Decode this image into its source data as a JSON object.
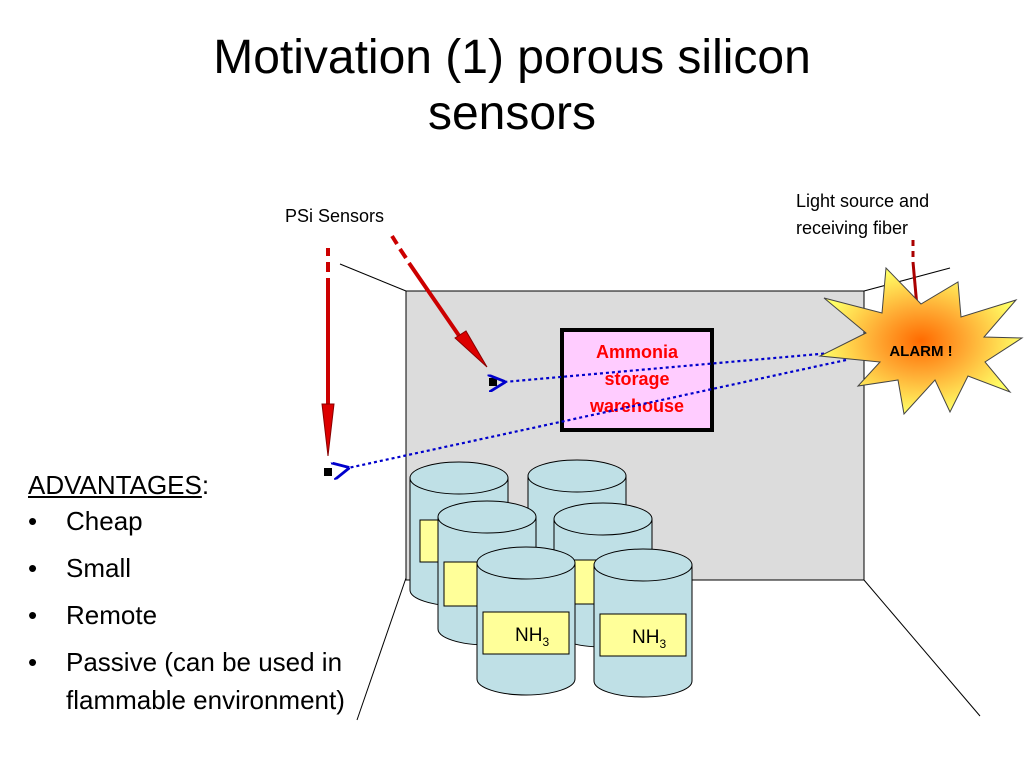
{
  "title": {
    "line1": "Motivation (1) porous silicon",
    "line2": "sensors"
  },
  "diagram": {
    "sensors_label": "PSi Sensors",
    "light_label_line1": "Light source and",
    "light_label_line2": "receiving fiber",
    "warehouse_line1": "Ammonia",
    "warehouse_line2": "storage",
    "warehouse_line3": "warehouse",
    "alarm_label": "ALARM !",
    "tank_label_main": "NH",
    "tank_label_sub": "3"
  },
  "advantages": {
    "heading": "ADVANTAGES",
    "heading_suffix": ":",
    "items": [
      "Cheap",
      "Small",
      "Remote",
      "Passive (can be used in flammable environment)"
    ]
  },
  "colors": {
    "wall": "#dcdcdc",
    "warehouse_fill": "#ffccff",
    "warehouse_text": "#ff0000",
    "arrow_red": "#e00000",
    "fiber_blue": "#0000cc",
    "tank_body": "#bfe0e6",
    "tank_band": "#ffff99",
    "starburst_outer": "#ffff66",
    "starburst_inner": "#ff9933"
  }
}
